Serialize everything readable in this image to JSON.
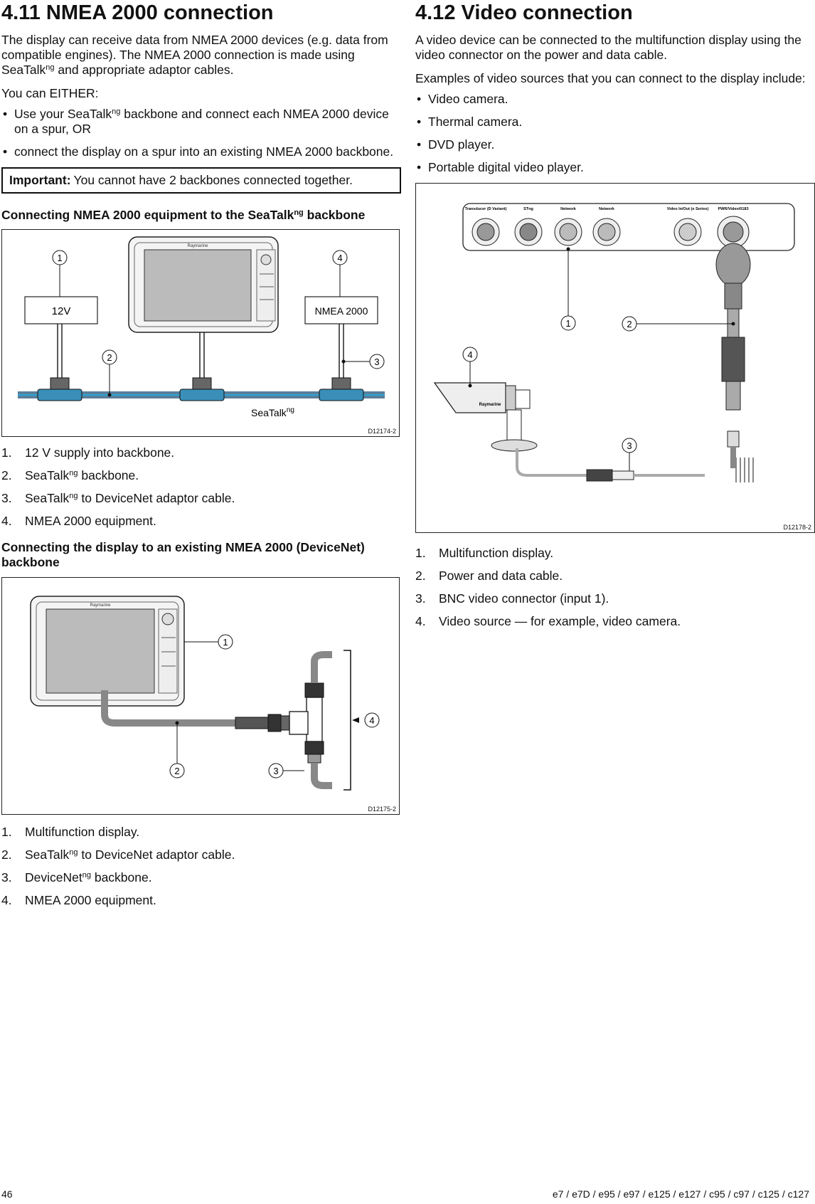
{
  "left": {
    "title": "4.11 NMEA 2000 connection",
    "intro": [
      "The display can receive data from NMEA 2000 devices (e.g. data from compatible engines). The NMEA 2000 connection is made using SeaTalk",
      "ng",
      " and appropriate adaptor cables."
    ],
    "either": "You can EITHER:",
    "bullets": [
      [
        "Use your SeaTalk",
        "ng",
        " backbone and connect each NMEA 2000 device on a spur, OR"
      ],
      [
        "connect the display on a spur into an existing NMEA 2000 backbone.",
        "",
        ""
      ]
    ],
    "important_label": "Important:",
    "important_text": "You cannot have 2 backbones connected together.",
    "fig1": {
      "heading": [
        "Connecting NMEA 2000 equipment to the SeaTalk",
        "ng",
        " backbone"
      ],
      "box_12v": "12V",
      "box_nmea": "NMEA 2000",
      "backbone_label": "SeaTalk",
      "backbone_sup": "ng",
      "callouts": [
        "1",
        "2",
        "3",
        "4"
      ],
      "brand": "Raymarine",
      "id": "D12174-2",
      "legend": [
        [
          "1.",
          "12 V supply into backbone.",
          "",
          ""
        ],
        [
          "2.",
          "SeaTalk",
          "ng",
          " backbone."
        ],
        [
          "3.",
          "SeaTalk",
          "ng",
          " to DeviceNet adaptor cable."
        ],
        [
          "4.",
          "NMEA 2000 equipment.",
          "",
          ""
        ]
      ]
    },
    "fig2": {
      "heading": "Connecting the display to an existing NMEA 2000 (DeviceNet) backbone",
      "callouts": [
        "1",
        "2",
        "3",
        "4"
      ],
      "brand": "Raymarine",
      "id": "D12175-2",
      "legend": [
        [
          "1.",
          "Multifunction display.",
          "",
          ""
        ],
        [
          "2.",
          "SeaTalk",
          "ng",
          " to DeviceNet adaptor cable."
        ],
        [
          "3.",
          "DeviceNet",
          "ng",
          " backbone."
        ],
        [
          "4.",
          "NMEA 2000 equipment.",
          "",
          ""
        ]
      ]
    }
  },
  "right": {
    "title": "4.12 Video connection",
    "intro": "A video device can be connected to the multifunction display using the video connector on the power and data cable.",
    "examples": "Examples of video sources that you can connect to the display include:",
    "bullets": [
      "Video camera.",
      "Thermal camera.",
      "DVD player.",
      "Portable digital video player."
    ],
    "fig3": {
      "ports": [
        "Transducer (D Variant)",
        "STng",
        "Network",
        "Network",
        "Video In/Out (e Series)",
        "PWR/Video/0183"
      ],
      "camera_brand": "Raymarine",
      "callouts": [
        "1",
        "2",
        "3",
        "4"
      ],
      "id": "D12178-2",
      "legend": [
        [
          "1.",
          "Multifunction display."
        ],
        [
          "2.",
          "Power and data cable."
        ],
        [
          "3.",
          "BNC video connector (input 1)."
        ],
        [
          "4.",
          "Video source — for example, video camera."
        ]
      ]
    }
  },
  "footer": {
    "page": "46",
    "models": "e7 / e7D / e95 / e97 / e125 / e127 / c95 / c97 / c125 / c127"
  }
}
